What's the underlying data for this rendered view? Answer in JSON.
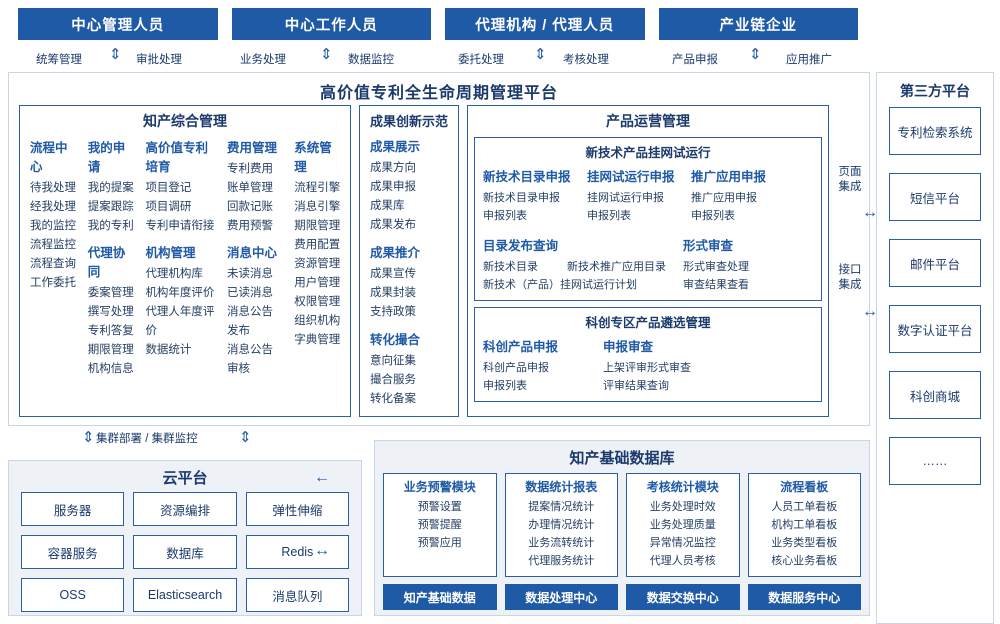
{
  "roles": [
    {
      "label": "中心管理人员"
    },
    {
      "label": "中心工作人员"
    },
    {
      "label": "代理机构 / 代理人员"
    },
    {
      "label": "产业链企业"
    }
  ],
  "role_actions": [
    {
      "label": "统筹管理"
    },
    {
      "label": "审批处理"
    },
    {
      "label": "业务处理"
    },
    {
      "label": "数据监控"
    },
    {
      "label": "委托处理"
    },
    {
      "label": "考核处理"
    },
    {
      "label": "产品申报"
    },
    {
      "label": "应用推广"
    }
  ],
  "platform": {
    "title": "高价值专利全生命周期管理平台",
    "side_label_1": "页面集成",
    "side_label_2": "接口集成",
    "sections": [
      {
        "title": "知产综合管理",
        "columns": [
          {
            "head": "流程中心",
            "items": [
              "待我处理",
              "经我处理",
              "我的监控",
              "流程监控",
              "流程查询",
              "工作委托"
            ]
          },
          {
            "head": "我的申请",
            "items": [
              "我的提案",
              "提案跟踪",
              "我的专利"
            ]
          },
          {
            "head": "代理协同",
            "items": [
              "委案管理",
              "撰写处理",
              "专利答复",
              "期限管理",
              "机构信息"
            ]
          },
          {
            "head": "高价值专利培育",
            "items": [
              "项目登记",
              "项目调研",
              "专利申请衔接"
            ]
          },
          {
            "head": "机构管理",
            "items": [
              "代理机构库",
              "机构年度评价",
              "代理人年度评价",
              "数据统计"
            ]
          },
          {
            "head": "费用管理",
            "items": [
              "专利费用",
              "账单管理",
              "回款记账",
              "费用预警"
            ]
          },
          {
            "head": "消息中心",
            "items": [
              "未读消息",
              "已读消息",
              "消息公告发布",
              "消息公告审核"
            ]
          },
          {
            "head": "系统管理",
            "items": [
              "流程引擎",
              "消息引擎",
              "期限管理",
              "费用配置",
              "资源管理",
              "用户管理",
              "权限管理",
              "组织机构",
              "字典管理"
            ]
          }
        ]
      },
      {
        "title": "成果创新示范",
        "columns": [
          {
            "head": "成果展示",
            "items": [
              "成果方向",
              "成果申报",
              "成果库",
              "成果发布"
            ]
          },
          {
            "head": "成果推介",
            "items": [
              "成果宣传",
              "成果封装",
              "支持政策"
            ]
          },
          {
            "head": "转化撮合",
            "items": [
              "意向征集",
              "撮合服务",
              "转化备案"
            ]
          }
        ]
      },
      {
        "title": "产品运营管理",
        "boxes": [
          {
            "title": "新技术产品挂网试运行",
            "columns": [
              {
                "head": "新技术目录申报",
                "items": [
                  "新技术目录申报",
                  "申报列表"
                ]
              },
              {
                "head": "挂网试运行申报",
                "items": [
                  "挂网试运行申报",
                  "申报列表"
                ]
              },
              {
                "head": "推广应用申报",
                "items": [
                  "推广应用申报",
                  "申报列表"
                ]
              },
              {
                "head": "目录发布查询",
                "items": [
                  "新技术目录",
                  "新技术推广应用目录",
                  "新技术（产品）挂网试运行计划"
                ]
              },
              {
                "head": "形式审查",
                "items": [
                  "形式审查处理",
                  "审查结果查看"
                ]
              }
            ]
          },
          {
            "title": "科创专区产品遴选管理",
            "columns": [
              {
                "head": "科创产品申报",
                "items": [
                  "科创产品申报",
                  "申报列表"
                ]
              },
              {
                "head": "申报审查",
                "items": [
                  "上架评审形式审查",
                  "评审结果查询"
                ]
              }
            ]
          }
        ]
      }
    ]
  },
  "third_party": {
    "title": "第三方平台",
    "items": [
      {
        "label": "专利检索系统"
      },
      {
        "label": "短信平台"
      },
      {
        "label": "邮件平台"
      },
      {
        "label": "数字认证平台"
      },
      {
        "label": "科创商城"
      },
      {
        "label": "……"
      }
    ]
  },
  "cloud": {
    "title": "云平台",
    "items": [
      {
        "label": "服务器"
      },
      {
        "label": "资源编排"
      },
      {
        "label": "弹性伸缩"
      },
      {
        "label": "容器服务"
      },
      {
        "label": "数据库"
      },
      {
        "label": "Redis"
      },
      {
        "label": "OSS"
      },
      {
        "label": "Elasticsearch"
      },
      {
        "label": "消息队列"
      }
    ]
  },
  "cluster_label": "集群部署 / 集群监控",
  "knowledge_db": {
    "title": "知产基础数据库",
    "modules": [
      {
        "head": "业务预警模块",
        "items": [
          "预警设置",
          "预警提醒",
          "预警应用"
        ]
      },
      {
        "head": "数据统计报表",
        "items": [
          "提案情况统计",
          "办理情况统计",
          "业务流转统计",
          "代理服务统计"
        ]
      },
      {
        "head": "考核统计模块",
        "items": [
          "业务处理时效",
          "业务处理质量",
          "异常情况监控",
          "代理人员考核"
        ]
      },
      {
        "head": "流程看板",
        "items": [
          "人员工单看板",
          "机构工单看板",
          "业务类型看板",
          "核心业务看板"
        ]
      }
    ],
    "buttons": [
      {
        "label": "知产基础数据"
      },
      {
        "label": "数据处理中心"
      },
      {
        "label": "数据交换中心"
      },
      {
        "label": "数据服务中心"
      }
    ]
  },
  "colors": {
    "primary": "#1f5aa6",
    "border": "#2a5fa8",
    "panel_bg": "#eef2f7",
    "text": "#1b3a6b"
  }
}
